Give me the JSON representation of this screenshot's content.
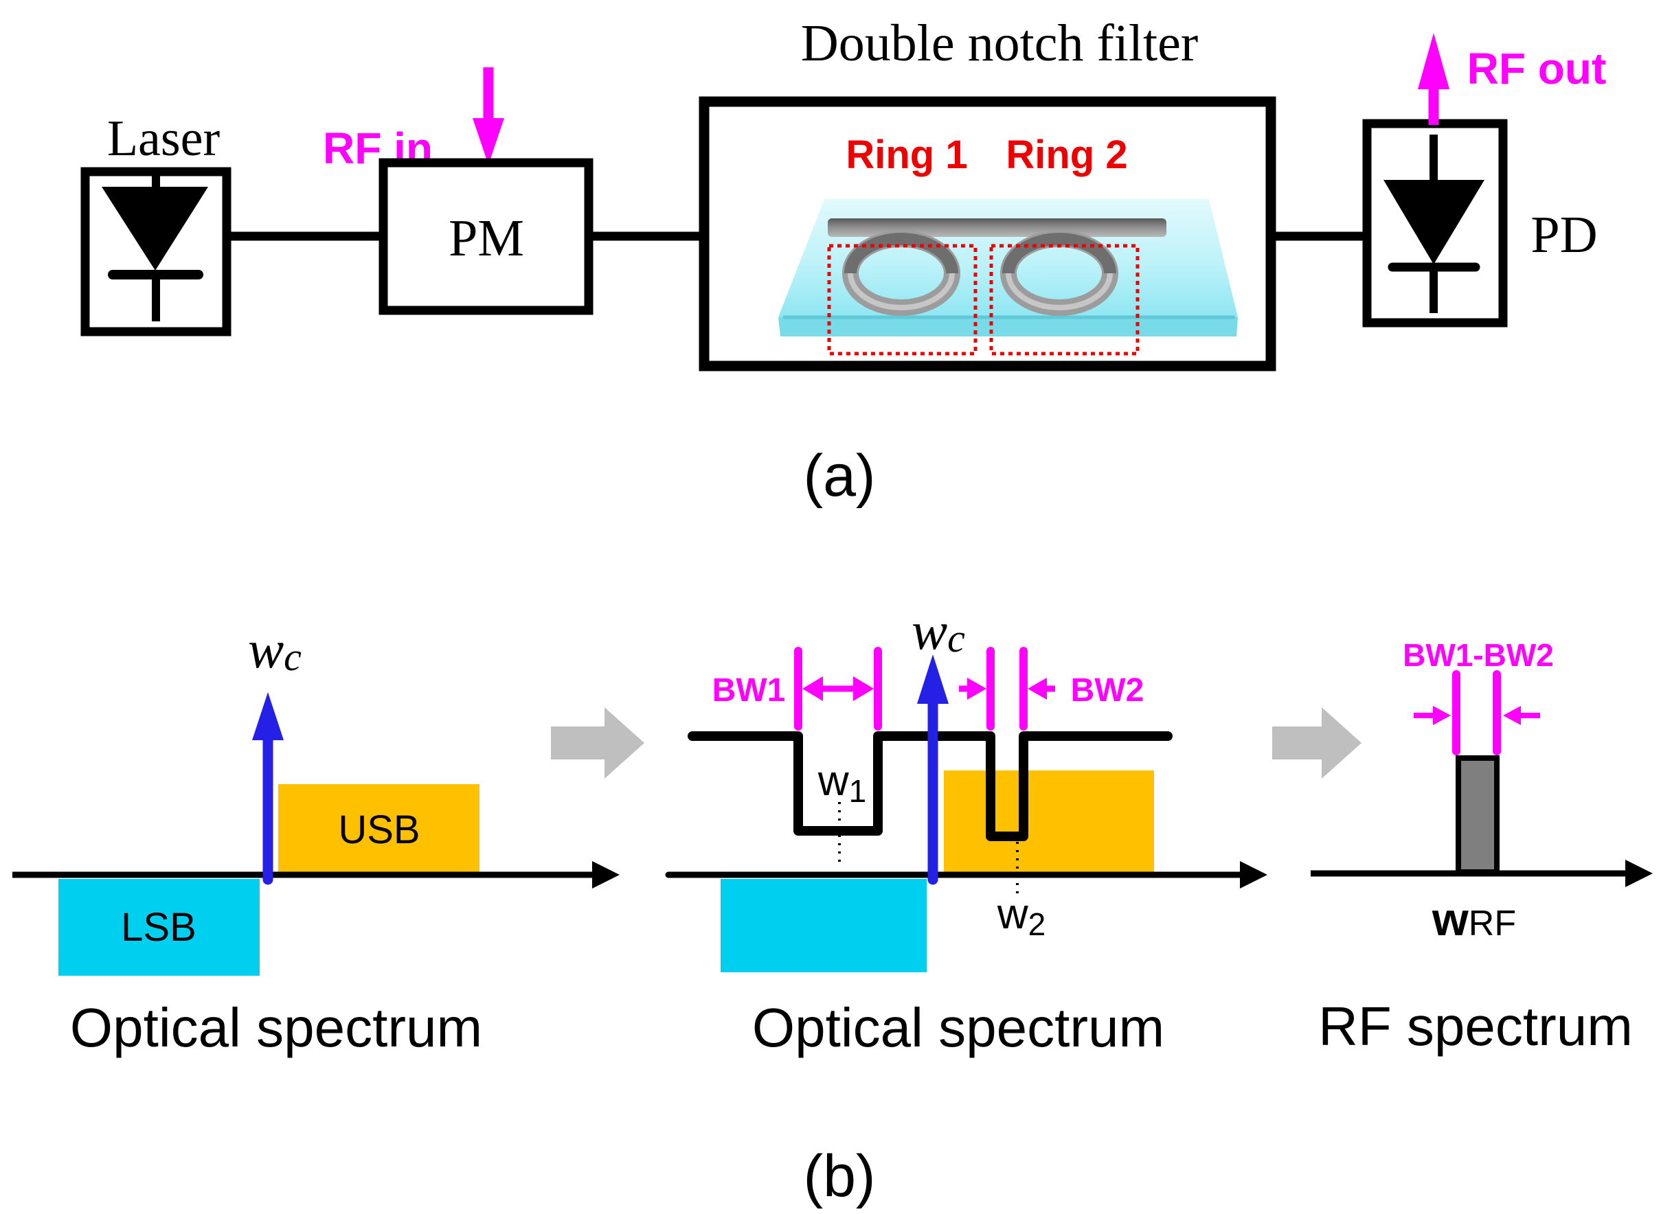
{
  "colors": {
    "magenta": "#FF00FF",
    "blue": "#2420E6",
    "orange": "#FFC000",
    "cyan": "#00CFF0",
    "red": "#EE0000",
    "gray_arrow": "#BFBFBF",
    "gray_peak": "#7F7F7F",
    "chip_cyan": "#AEEFF7"
  },
  "panel_a": {
    "caption": "(a)",
    "laser_label": "Laser",
    "pm_label": "PM",
    "pd_label": "PD",
    "rf_in_label": "RF in",
    "rf_out_label": "RF out",
    "filter_title": "Double notch filter",
    "ring1_label": "Ring 1",
    "ring2_label": "Ring 2"
  },
  "panel_b": {
    "caption": "(b)",
    "left": {
      "carrier_main": "w",
      "carrier_sub": "c",
      "usb_label": "USB",
      "lsb_label": "LSB",
      "caption": "Optical spectrum"
    },
    "middle": {
      "carrier_main": "w",
      "carrier_sub": "c",
      "bw1_label": "BW1",
      "bw2_label": "BW2",
      "notch1_main": "w",
      "notch1_sub": "1",
      "notch2_main": "w",
      "notch2_sub": "2",
      "caption": "Optical spectrum"
    },
    "right": {
      "bw_label": "BW1-BW2",
      "freq_main": "w",
      "freq_sub": "RF",
      "caption": "RF spectrum"
    }
  }
}
